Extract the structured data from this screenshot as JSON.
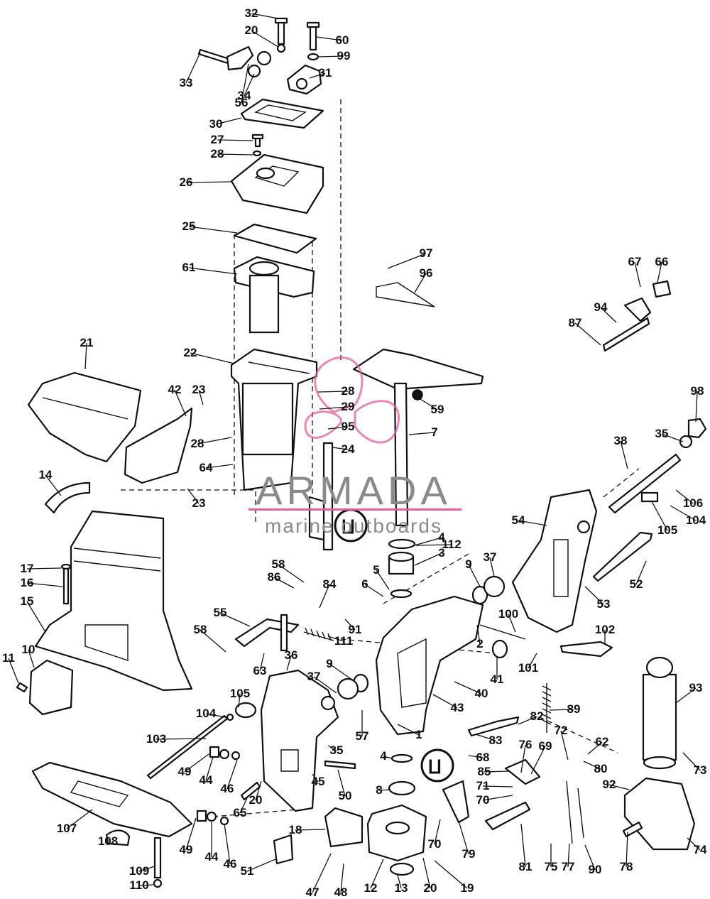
{
  "watermark": {
    "brand": "ARMADA",
    "tagline": "marine outboards",
    "logo_icon": "propeller-icon",
    "accent_color": "#e0609a",
    "text_color": "#8a8a8a"
  },
  "callouts": [
    "1",
    "2",
    "3",
    "4",
    "4",
    "5",
    "6",
    "7",
    "8",
    "9",
    "9",
    "10",
    "11",
    "12",
    "13",
    "14",
    "15",
    "16",
    "17",
    "18",
    "19",
    "20",
    "20",
    "20",
    "21",
    "22",
    "23",
    "23",
    "24",
    "25",
    "26",
    "27",
    "28",
    "28",
    "28",
    "29",
    "30",
    "31",
    "32",
    "33",
    "34",
    "35",
    "35",
    "36",
    "37",
    "37",
    "38",
    "40",
    "41",
    "42",
    "43",
    "44",
    "44",
    "45",
    "46",
    "46",
    "47",
    "48",
    "49",
    "49",
    "50",
    "51",
    "52",
    "53",
    "54",
    "55",
    "56",
    "57",
    "58",
    "58",
    "59",
    "60",
    "61",
    "62",
    "63",
    "64",
    "65",
    "66",
    "67",
    "68",
    "69",
    "70",
    "70",
    "71",
    "72",
    "73",
    "74",
    "75",
    "76",
    "77",
    "78",
    "79",
    "80",
    "81",
    "82",
    "83",
    "84",
    "85",
    "86",
    "87",
    "89",
    "90",
    "91",
    "92",
    "93",
    "94",
    "95",
    "96",
    "97",
    "98",
    "99",
    "100",
    "101",
    "102",
    "103",
    "104",
    "104",
    "105",
    "105",
    "106",
    "107",
    "108",
    "109",
    "110",
    "111",
    "112"
  ],
  "badges": [
    "apply-sealant-icon",
    "apply-lubricant-icon"
  ]
}
